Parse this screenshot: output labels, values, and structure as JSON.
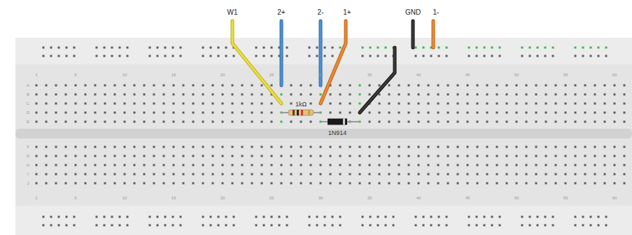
{
  "diagram": {
    "labels": [
      "W1",
      "2+",
      "2-",
      "1+",
      "GND",
      "1-",
      "1kΩ",
      "1N914",
      "1",
      "5",
      "10",
      "15",
      "20",
      "25",
      "30",
      "35",
      "40",
      "45",
      "50",
      "55",
      "60",
      "1",
      "5",
      "10",
      "15",
      "20",
      "25",
      "30",
      "35",
      "40",
      "45",
      "50",
      "55",
      "60",
      "A",
      "B",
      "C",
      "D",
      "E",
      "F",
      "G",
      "H",
      "I",
      "J"
    ]
  }
}
